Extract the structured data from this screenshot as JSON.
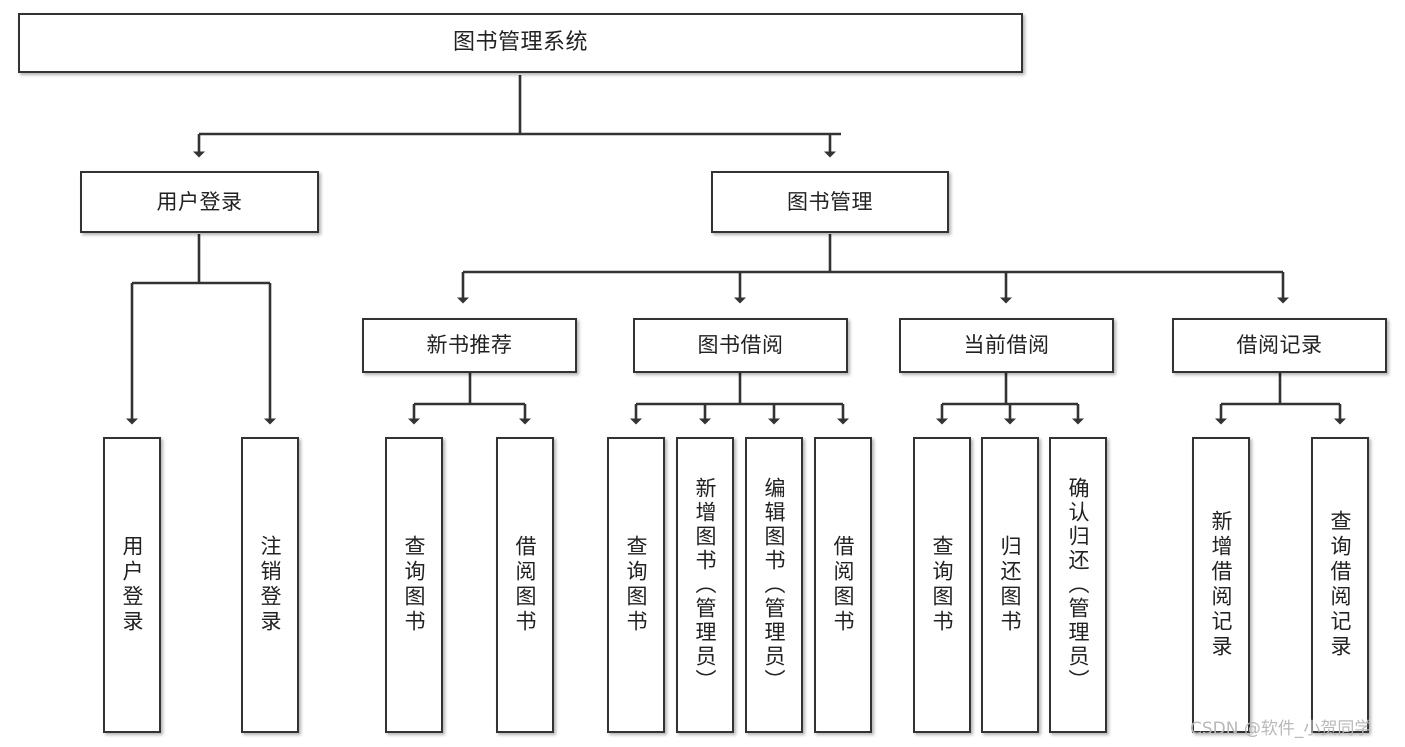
{
  "diagram": {
    "type": "tree",
    "title": "图书管理系统",
    "orientation": "top-down",
    "edge_color": "#333333",
    "node_border_color": "#333333",
    "node_fill_color": "#ffffff",
    "text_color": "#222222",
    "root": {
      "id": "root",
      "label": "图书管理系统"
    },
    "level2": [
      {
        "id": "user-login",
        "label": "用户登录"
      },
      {
        "id": "book-manage",
        "label": "图书管理"
      }
    ],
    "level3": [
      {
        "id": "new-book-recommend",
        "label": "新书推荐",
        "parent": "book-manage"
      },
      {
        "id": "book-borrow",
        "label": "图书借阅",
        "parent": "book-manage"
      },
      {
        "id": "current-borrow",
        "label": "当前借阅",
        "parent": "book-manage"
      },
      {
        "id": "borrow-record",
        "label": "借阅记录",
        "parent": "book-manage"
      }
    ],
    "leaves": [
      {
        "id": "leaf-user-login",
        "label": "用户登录",
        "parent": "user-login"
      },
      {
        "id": "leaf-user-logout",
        "label": "注销登录",
        "parent": "user-login"
      },
      {
        "id": "leaf-query-book-1",
        "label": "查询图书",
        "parent": "new-book-recommend"
      },
      {
        "id": "leaf-borrow-book-1",
        "label": "借阅图书",
        "parent": "new-book-recommend"
      },
      {
        "id": "leaf-query-book-2",
        "label": "查询图书",
        "parent": "book-borrow"
      },
      {
        "id": "leaf-add-book",
        "label": "新增图书（管理员）",
        "parent": "book-borrow"
      },
      {
        "id": "leaf-edit-book",
        "label": "编辑图书（管理员）",
        "parent": "book-borrow"
      },
      {
        "id": "leaf-borrow-book-2",
        "label": "借阅图书",
        "parent": "book-borrow"
      },
      {
        "id": "leaf-query-book-3",
        "label": "查询图书",
        "parent": "current-borrow"
      },
      {
        "id": "leaf-return-book",
        "label": "归还图书",
        "parent": "current-borrow"
      },
      {
        "id": "leaf-confirm-return",
        "label": "确认归还（管理员）",
        "parent": "current-borrow"
      },
      {
        "id": "leaf-add-record",
        "label": "新增借阅记录",
        "parent": "borrow-record"
      },
      {
        "id": "leaf-query-record",
        "label": "查询借阅记录",
        "parent": "borrow-record"
      }
    ]
  },
  "watermark": {
    "text": "CSDN @软件_小贺同学"
  }
}
